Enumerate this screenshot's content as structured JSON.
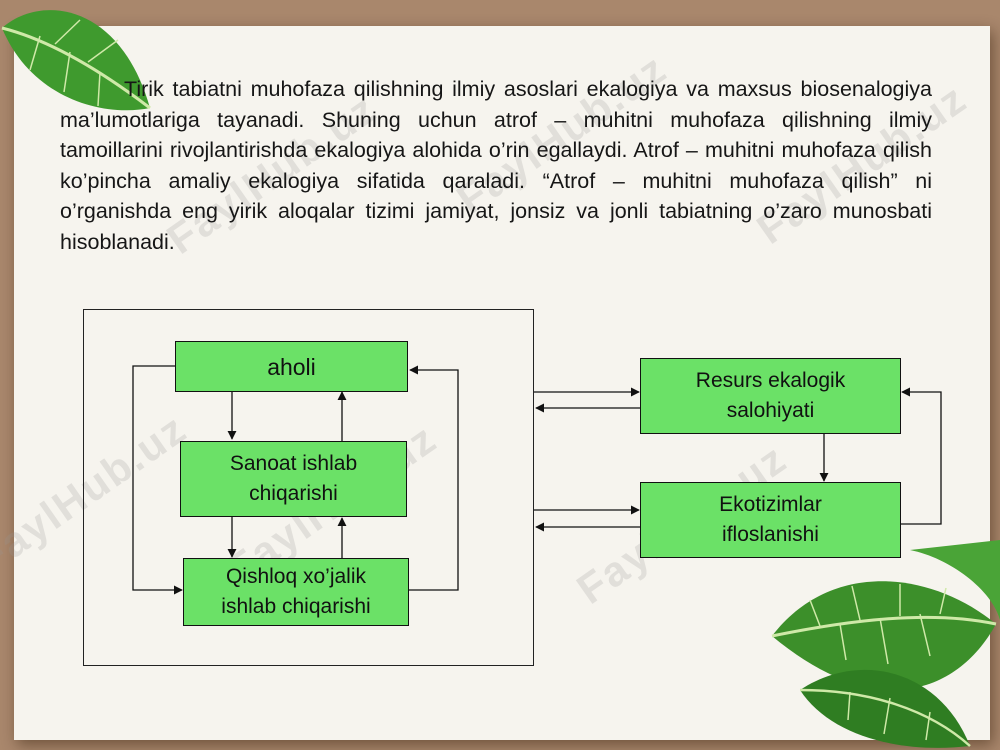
{
  "paragraph": "Tirik  tabiatni muhofaza qilishning ilmiy asoslari ekalogiya va maxsus biosenalogiya ma’lumotlariga tayanadi. Shuning uchun atrof – muhitni muhofaza qilishning ilmiy tamoillarini rivojlantirishda ekalogiya alohida o’rin egallaydi. Atrof – muhitni muhofaza qilish ko’pincha amaliy ekalogiya sifatida qaraladi. “Atrof – muhitni muhofaza qilish” ni o’rganishda eng yirik aloqalar tizimi jamiyat, jonsiz va jonli tabiatning o’zaro munosbati hisoblanadi.",
  "diagram": {
    "aholi": "aholi",
    "sanoat": "Sanoat ishlab\nchiqarishi",
    "qishloq": "Qishloq xo’jalik\nishlab chiqarishi",
    "resurs": "Resurs ekalogik\nsalohiyati",
    "ekotizimlar": "Ekotizimlar\nifloslanishi"
  },
  "watermark": "FaylHub.uz",
  "colors": {
    "box_fill": "#6be167",
    "paper": "#f6f4ee",
    "background": "#a9876c"
  }
}
